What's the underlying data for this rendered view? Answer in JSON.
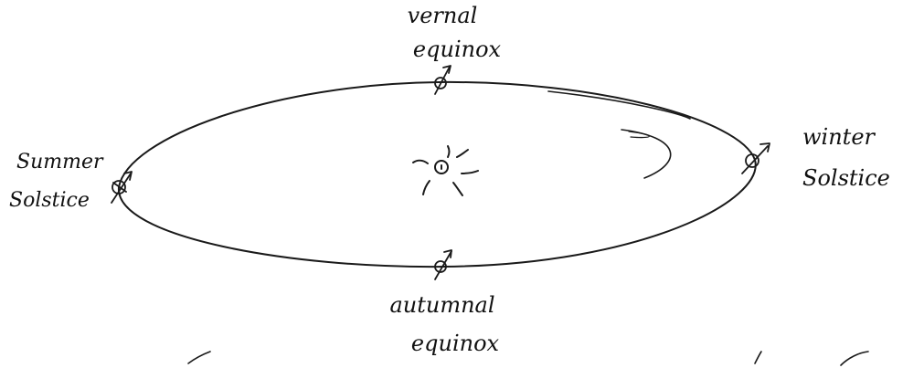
{
  "diagram": {
    "labels": {
      "vernal_line1": "vernal",
      "vernal_line2": "equinox",
      "summer_line1": "Summer",
      "summer_line2": "Solstice",
      "winter_line1": "winter",
      "winter_line2": "Solstice",
      "autumnal_line1": "autumnal",
      "autumnal_line2": "equinox"
    },
    "icons": [
      "sun-icon",
      "earth-icon"
    ],
    "colors": {
      "ink": "#1a1a1a",
      "background": "#ffffff"
    }
  }
}
